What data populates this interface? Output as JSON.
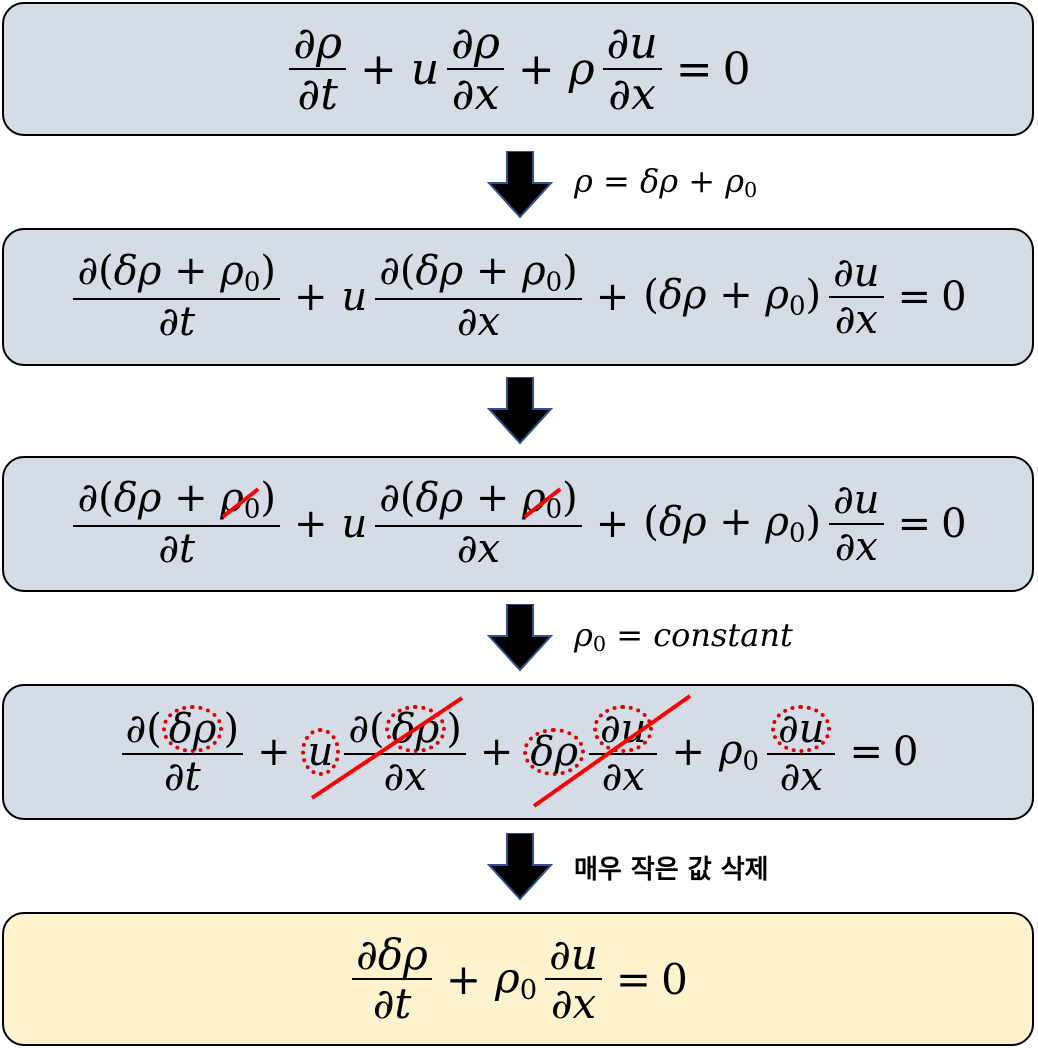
{
  "box1": {
    "var_rho": "ρ",
    "var_u": "u",
    "d": "∂",
    "t": "t",
    "x": "x",
    "plus": "+",
    "eq": "=",
    "zero": "0"
  },
  "step1": {
    "label": "ρ = δρ + ρ",
    "sub": "0"
  },
  "box2": {
    "term": "δρ + ρ",
    "sub": "0"
  },
  "box3": {
    "term": "δρ + ρ",
    "sub": "0"
  },
  "step3": {
    "label": "ρ",
    "sub": "0",
    "rest": " = constant"
  },
  "box4": {
    "d_rho": "δρ"
  },
  "step4": {
    "label": "매우 작은 값 삭제"
  },
  "result": {
    "num": "∂δρ",
    "rho": "ρ",
    "sub": "0"
  },
  "colors": {
    "box_fill": "#d6dce5",
    "result_fill": "#fff2cc",
    "cancel": "#ff0000",
    "arrow": "#000000"
  }
}
